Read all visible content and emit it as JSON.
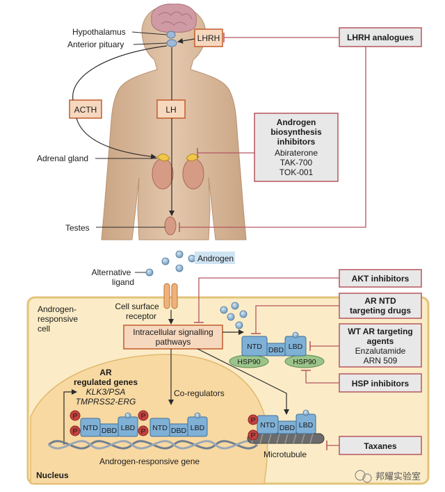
{
  "colors": {
    "body_skin": "#d8b79a",
    "brain": "#cf9aa3",
    "hormone_box_fill": "#f6d8bf",
    "hormone_box_stroke": "#c25a2a",
    "drug_box_fill": "#e8e8e8",
    "drug_box_stroke": "#b5545f",
    "cell_fill": "#fbecc7",
    "cell_stroke": "#e2c37a",
    "nucleus_fill": "#f8d9a2",
    "protein_blue": "#7fb0d6",
    "phospho_red": "#c4423e",
    "hsp_green": "#9bc48a",
    "adrenal_yellow": "#f1c64b",
    "androgen_dot": "#8fb3cf",
    "inhibitor_line": "#b5545f"
  },
  "organs": {
    "hypothalamus": "Hypothalamus",
    "anterior_pituitary": "Anterior pituary",
    "adrenal_gland": "Adrenal gland",
    "testes": "Testes"
  },
  "hormones": {
    "lhrh": "LHRH",
    "acth": "ACTH",
    "lh": "LH"
  },
  "drugs": {
    "lhrh_analogues": "LHRH analogues",
    "abs_title": [
      "Androgen",
      "biosynthesis",
      "inhibitors"
    ],
    "abs_items": [
      "Abiraterone",
      "TAK-700",
      "TOK-001"
    ],
    "akt": "AKT inhibitors",
    "ar_ntd": [
      "AR NTD",
      "targeting drugs"
    ],
    "wt_ar_title": [
      "WT AR targeting",
      "agents"
    ],
    "wt_ar_items": [
      "Enzalutamide",
      "ARN 509"
    ],
    "hsp": "HSP inhibitors",
    "taxanes": "Taxanes"
  },
  "cell": {
    "androgen": "Androgen",
    "alternative_ligand": [
      "Alternative",
      "ligand"
    ],
    "cell_type": [
      "Androgen-",
      "responsive",
      "cell"
    ],
    "cell_surface_receptor": [
      "Cell surface",
      "receptor"
    ],
    "signalling": [
      "Intracellular signalling",
      "pathways"
    ],
    "ar_genes_title": [
      "AR",
      "regulated genes"
    ],
    "ar_genes_list": [
      "KLK3/PSA",
      "TMPRSS2-ERG"
    ],
    "co_regulators": "Co-regulators",
    "gene_label": "Androgen-responsive gene",
    "nucleus": "Nucleus",
    "microtubule": "Microtubule"
  },
  "domains": {
    "ntd": "NTD",
    "dbd": "DBD",
    "lbd": "LBD",
    "hsp90": "HSP90",
    "phospho": "P"
  },
  "watermark": "邦耀实验室"
}
